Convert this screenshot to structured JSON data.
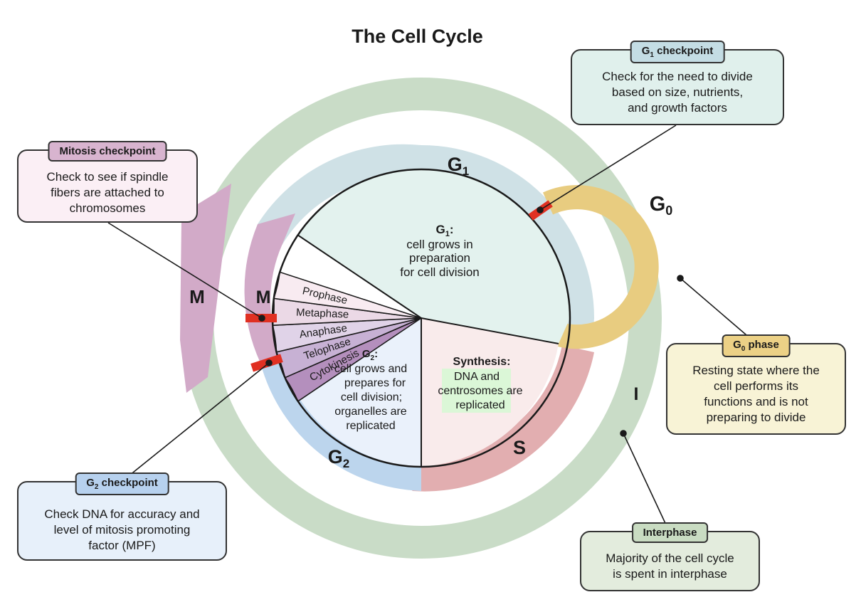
{
  "title": "The Cell Cycle",
  "colors": {
    "interphase_ring": "#c9dcc7",
    "mitosis_outer": "#d2aac8",
    "g1_band": "#cfe1e6",
    "s_band": "#e2aeb0",
    "g2_band": "#bcd5ed",
    "g0_arc": "#e8cc80",
    "checkpoint": "#e03022",
    "g1_wedge": "#e3f2ee",
    "s_wedge": "#f9ebeb",
    "g2_wedge": "#eaf1fb",
    "synthesis_highlight": "#dbf7d7"
  },
  "ring_labels": {
    "outer_m": "M",
    "inner_m": "M",
    "g1": "G",
    "g1_sub": "1",
    "g2": "G",
    "g2_sub": "2",
    "s": "S",
    "g0": "G",
    "g0_sub": "0",
    "i": "I"
  },
  "wedges": {
    "g1": {
      "head": "G",
      "head_sub": "1",
      "head_tail": ":",
      "lines": [
        "cell grows in",
        "preparation",
        "for cell division"
      ]
    },
    "synthesis": {
      "head": "Synthesis:",
      "lines": [
        "DNA and",
        "centrosomes are",
        "replicated"
      ]
    },
    "g2": {
      "head": "G",
      "head_sub": "2",
      "head_tail": ":",
      "lines": [
        "cell grows and",
        "prepares for",
        "cell division;",
        "organelles are",
        "replicated"
      ]
    }
  },
  "mitosis_phases": [
    {
      "label": "Cytokinesis",
      "color": "#b48fbd"
    },
    {
      "label": "Telophase",
      "color": "#c7b1d4"
    },
    {
      "label": "Anaphase",
      "color": "#e0d3e8"
    },
    {
      "label": "Metaphase",
      "color": "#ebd9e6"
    },
    {
      "label": "Prophase",
      "color": "#f8ebf1"
    }
  ],
  "cards": {
    "g1_checkpoint": {
      "title": "G",
      "title_sub": "1",
      "title_tail": " checkpoint",
      "lines": [
        "Check for the need to divide",
        "based on size, nutrients,",
        "and growth factors"
      ]
    },
    "mitosis_checkpoint": {
      "title": "Mitosis checkpoint",
      "lines": [
        "Check to see if spindle",
        "fibers are attached to",
        "chromosomes"
      ]
    },
    "g0_phase": {
      "title": "G",
      "title_sub": "0",
      "title_tail": " phase",
      "lines": [
        "Resting state where the",
        "cell performs its",
        "functions and is not",
        "preparing to divide"
      ]
    },
    "g2_checkpoint": {
      "title": "G",
      "title_sub": "2",
      "title_tail": " checkpoint",
      "lines": [
        "Check DNA for accuracy and",
        "level of mitosis promoting",
        "factor (MPF)"
      ]
    },
    "interphase": {
      "title": "Interphase",
      "lines": [
        "Majority of the cell cycle",
        "is spent in interphase"
      ]
    }
  }
}
